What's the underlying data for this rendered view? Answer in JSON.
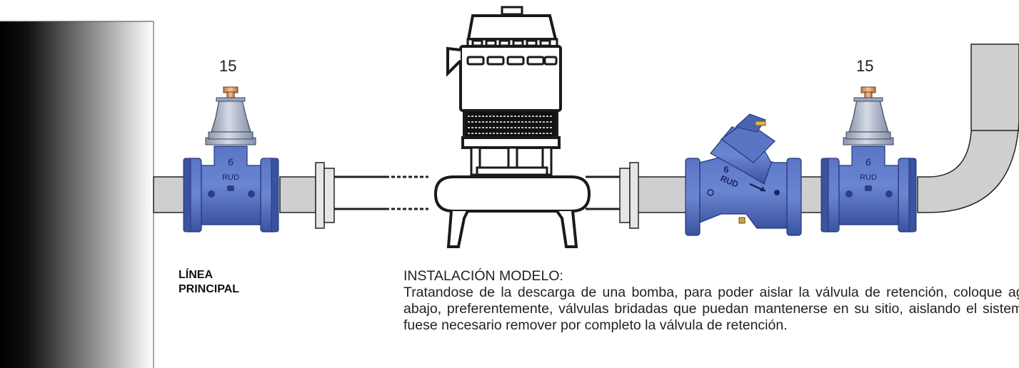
{
  "valves": {
    "left_number": "15",
    "right_number": "15",
    "gate_valve_mark_number": "6",
    "gate_valve_mark_brand": "RUD",
    "check_valve_mark_number": "6",
    "check_valve_mark_brand": "RUD"
  },
  "labels": {
    "main_line": [
      "LÍNEA",
      "PRINCIPAL"
    ]
  },
  "instructions": {
    "title": "INSTALACIÓN MODELO:",
    "body": "Tratandose de la descarga de una bomba, para poder aislar la válvula de retención, coloque aguas abajo, preferentemente, válvulas bridadas que puedan mantenerse en su sitio, aislando el sistema si fuese necesario remover por completo la válvula de retención."
  },
  "colors": {
    "valve_blue": "#4a63b0",
    "valve_blue_dark": "#2a3d82",
    "bonnet_steel": "#a9b3c4",
    "pipe_gray": "#cfcfcf",
    "handwheel_copper": "#e8a874"
  }
}
